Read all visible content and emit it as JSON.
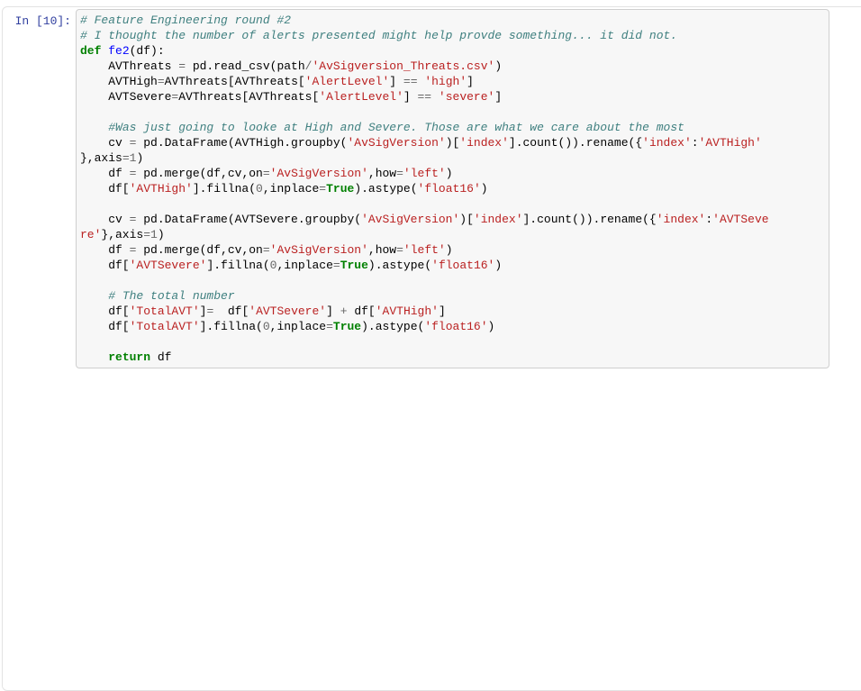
{
  "notebook": {
    "cell": {
      "prompt_label": "In [10]:",
      "execution_count": "10",
      "language_hint": "python",
      "code_lines": [
        [
          {
            "t": "# Feature Engineering round #2",
            "c": "c"
          }
        ],
        [
          {
            "t": "# I thought the number of alerts presented might help provde something... it did not.",
            "c": "c"
          }
        ],
        [
          {
            "t": "def",
            "c": "k"
          },
          {
            "t": " ",
            "c": "pl"
          },
          {
            "t": "fe2",
            "c": "nf"
          },
          {
            "t": "(df):",
            "c": "pl"
          }
        ],
        [
          {
            "t": "    AVThreats ",
            "c": "pl"
          },
          {
            "t": "=",
            "c": "o"
          },
          {
            "t": " pd.read_csv(path",
            "c": "pl"
          },
          {
            "t": "/",
            "c": "o"
          },
          {
            "t": "'AvSigversion_Threats.csv'",
            "c": "s"
          },
          {
            "t": ")",
            "c": "pl"
          }
        ],
        [
          {
            "t": "    AVTHigh",
            "c": "pl"
          },
          {
            "t": "=",
            "c": "o"
          },
          {
            "t": "AVThreats[AVThreats[",
            "c": "pl"
          },
          {
            "t": "'AlertLevel'",
            "c": "s"
          },
          {
            "t": "] ",
            "c": "pl"
          },
          {
            "t": "==",
            "c": "o"
          },
          {
            "t": " ",
            "c": "pl"
          },
          {
            "t": "'high'",
            "c": "s"
          },
          {
            "t": "]",
            "c": "pl"
          }
        ],
        [
          {
            "t": "    AVTSevere",
            "c": "pl"
          },
          {
            "t": "=",
            "c": "o"
          },
          {
            "t": "AVThreats[AVThreats[",
            "c": "pl"
          },
          {
            "t": "'AlertLevel'",
            "c": "s"
          },
          {
            "t": "] ",
            "c": "pl"
          },
          {
            "t": "==",
            "c": "o"
          },
          {
            "t": " ",
            "c": "pl"
          },
          {
            "t": "'severe'",
            "c": "s"
          },
          {
            "t": "]",
            "c": "pl"
          }
        ],
        [],
        [
          {
            "t": "    ",
            "c": "pl"
          },
          {
            "t": "#Was just going to looke at High and Severe. Those are what we care about the most",
            "c": "c"
          }
        ],
        [
          {
            "t": "    cv ",
            "c": "pl"
          },
          {
            "t": "=",
            "c": "o"
          },
          {
            "t": " pd.DataFrame(AVTHigh.groupby(",
            "c": "pl"
          },
          {
            "t": "'AvSigVersion'",
            "c": "s"
          },
          {
            "t": ")[",
            "c": "pl"
          },
          {
            "t": "'index'",
            "c": "s"
          },
          {
            "t": "].count()).rename({",
            "c": "pl"
          },
          {
            "t": "'index'",
            "c": "s"
          },
          {
            "t": ":",
            "c": "pl"
          },
          {
            "t": "'AVTHigh'",
            "c": "s"
          }
        ],
        [
          {
            "t": "},axis",
            "c": "pl"
          },
          {
            "t": "=",
            "c": "o"
          },
          {
            "t": "1",
            "c": "m"
          },
          {
            "t": ")",
            "c": "pl"
          }
        ],
        [
          {
            "t": "    df ",
            "c": "pl"
          },
          {
            "t": "=",
            "c": "o"
          },
          {
            "t": " pd.merge(df,cv,on",
            "c": "pl"
          },
          {
            "t": "=",
            "c": "o"
          },
          {
            "t": "'AvSigVersion'",
            "c": "s"
          },
          {
            "t": ",how",
            "c": "pl"
          },
          {
            "t": "=",
            "c": "o"
          },
          {
            "t": "'left'",
            "c": "s"
          },
          {
            "t": ")",
            "c": "pl"
          }
        ],
        [
          {
            "t": "    df[",
            "c": "pl"
          },
          {
            "t": "'AVTHigh'",
            "c": "s"
          },
          {
            "t": "].fillna(",
            "c": "pl"
          },
          {
            "t": "0",
            "c": "m"
          },
          {
            "t": ",inplace",
            "c": "pl"
          },
          {
            "t": "=",
            "c": "o"
          },
          {
            "t": "True",
            "c": "kc"
          },
          {
            "t": ").astype(",
            "c": "pl"
          },
          {
            "t": "'float16'",
            "c": "s"
          },
          {
            "t": ")",
            "c": "pl"
          }
        ],
        [],
        [
          {
            "t": "    cv ",
            "c": "pl"
          },
          {
            "t": "=",
            "c": "o"
          },
          {
            "t": " pd.DataFrame(AVTSevere.groupby(",
            "c": "pl"
          },
          {
            "t": "'AvSigVersion'",
            "c": "s"
          },
          {
            "t": ")[",
            "c": "pl"
          },
          {
            "t": "'index'",
            "c": "s"
          },
          {
            "t": "].count()).rename({",
            "c": "pl"
          },
          {
            "t": "'index'",
            "c": "s"
          },
          {
            "t": ":",
            "c": "pl"
          },
          {
            "t": "'AVTSeve",
            "c": "s"
          }
        ],
        [
          {
            "t": "re'",
            "c": "s"
          },
          {
            "t": "},axis",
            "c": "pl"
          },
          {
            "t": "=",
            "c": "o"
          },
          {
            "t": "1",
            "c": "m"
          },
          {
            "t": ")",
            "c": "pl"
          }
        ],
        [
          {
            "t": "    df ",
            "c": "pl"
          },
          {
            "t": "=",
            "c": "o"
          },
          {
            "t": " pd.merge(df,cv,on",
            "c": "pl"
          },
          {
            "t": "=",
            "c": "o"
          },
          {
            "t": "'AvSigVersion'",
            "c": "s"
          },
          {
            "t": ",how",
            "c": "pl"
          },
          {
            "t": "=",
            "c": "o"
          },
          {
            "t": "'left'",
            "c": "s"
          },
          {
            "t": ")",
            "c": "pl"
          }
        ],
        [
          {
            "t": "    df[",
            "c": "pl"
          },
          {
            "t": "'AVTSevere'",
            "c": "s"
          },
          {
            "t": "].fillna(",
            "c": "pl"
          },
          {
            "t": "0",
            "c": "m"
          },
          {
            "t": ",inplace",
            "c": "pl"
          },
          {
            "t": "=",
            "c": "o"
          },
          {
            "t": "True",
            "c": "kc"
          },
          {
            "t": ").astype(",
            "c": "pl"
          },
          {
            "t": "'float16'",
            "c": "s"
          },
          {
            "t": ")",
            "c": "pl"
          }
        ],
        [],
        [
          {
            "t": "    ",
            "c": "pl"
          },
          {
            "t": "# The total number",
            "c": "c"
          }
        ],
        [
          {
            "t": "    df[",
            "c": "pl"
          },
          {
            "t": "'TotalAVT'",
            "c": "s"
          },
          {
            "t": "]",
            "c": "pl"
          },
          {
            "t": "=",
            "c": "o"
          },
          {
            "t": "  df[",
            "c": "pl"
          },
          {
            "t": "'AVTSevere'",
            "c": "s"
          },
          {
            "t": "] ",
            "c": "pl"
          },
          {
            "t": "+",
            "c": "o"
          },
          {
            "t": " df[",
            "c": "pl"
          },
          {
            "t": "'AVTHigh'",
            "c": "s"
          },
          {
            "t": "]",
            "c": "pl"
          }
        ],
        [
          {
            "t": "    df[",
            "c": "pl"
          },
          {
            "t": "'TotalAVT'",
            "c": "s"
          },
          {
            "t": "].fillna(",
            "c": "pl"
          },
          {
            "t": "0",
            "c": "m"
          },
          {
            "t": ",inplace",
            "c": "pl"
          },
          {
            "t": "=",
            "c": "o"
          },
          {
            "t": "True",
            "c": "kc"
          },
          {
            "t": ").astype(",
            "c": "pl"
          },
          {
            "t": "'float16'",
            "c": "s"
          },
          {
            "t": ")",
            "c": "pl"
          }
        ],
        [],
        [
          {
            "t": "    ",
            "c": "pl"
          },
          {
            "t": "return",
            "c": "k"
          },
          {
            "t": " df",
            "c": "pl"
          }
        ]
      ]
    },
    "colors": {
      "prompt": "#303F9F",
      "input_background": "#f7f7f7",
      "input_border": "#cfcfcf",
      "outer_border": "#e3e3e3",
      "comment": "#408080",
      "keyword": "#008000",
      "function_name": "#0000FF",
      "string": "#BA2121",
      "operator": "#666666",
      "number": "#666666",
      "plain_text": "#000000"
    }
  }
}
